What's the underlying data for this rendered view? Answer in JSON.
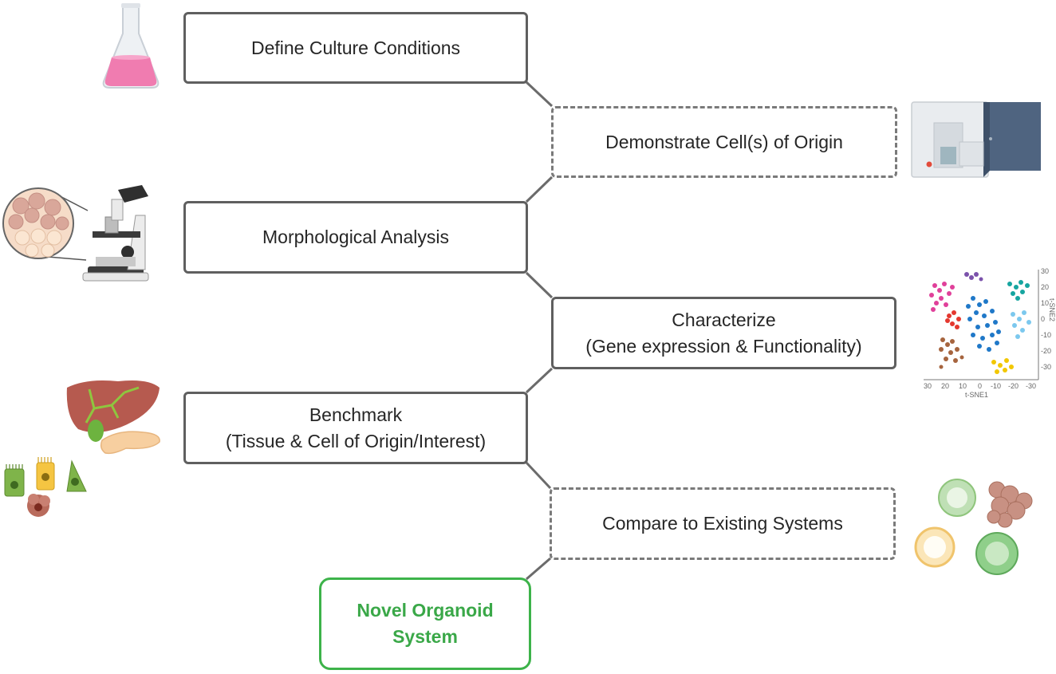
{
  "steps": [
    {
      "id": "define",
      "label": "Define Culture Conditions",
      "style": "solid"
    },
    {
      "id": "demonstrate",
      "label": "Demonstrate Cell(s) of Origin",
      "style": "dashed"
    },
    {
      "id": "morphology",
      "label": "Morphological Analysis",
      "style": "solid"
    },
    {
      "id": "characterize",
      "label": "Characterize",
      "sublabel": "(Gene expression & Functionality)",
      "style": "solid"
    },
    {
      "id": "benchmark",
      "label": "Benchmark",
      "sublabel": "(Tissue & Cell of Origin/Interest)",
      "style": "solid"
    },
    {
      "id": "compare",
      "label": "Compare to Existing Systems",
      "style": "dashed"
    },
    {
      "id": "final",
      "label": "Novel Organoid",
      "sublabel": "System",
      "style": "final"
    }
  ],
  "tsne_plot": {
    "xlabel": "t-SNE1",
    "ylabel": "t-SNE2",
    "x_ticks": [
      "30",
      "20",
      "10",
      "0",
      "-10",
      "-20",
      "-30"
    ],
    "y_ticks": [
      "30",
      "20",
      "10",
      "0",
      "-10",
      "-20",
      "-30"
    ]
  },
  "illustrations": [
    "flask-icon",
    "flow-cytometer-icon",
    "microscope-icon",
    "tsne-plot",
    "liver-pancreas-icon",
    "cells-icon",
    "organoids-icon"
  ],
  "colors": {
    "border": "#5f5f5f",
    "final": "#3db34a",
    "connector": "#6b6b6b"
  }
}
